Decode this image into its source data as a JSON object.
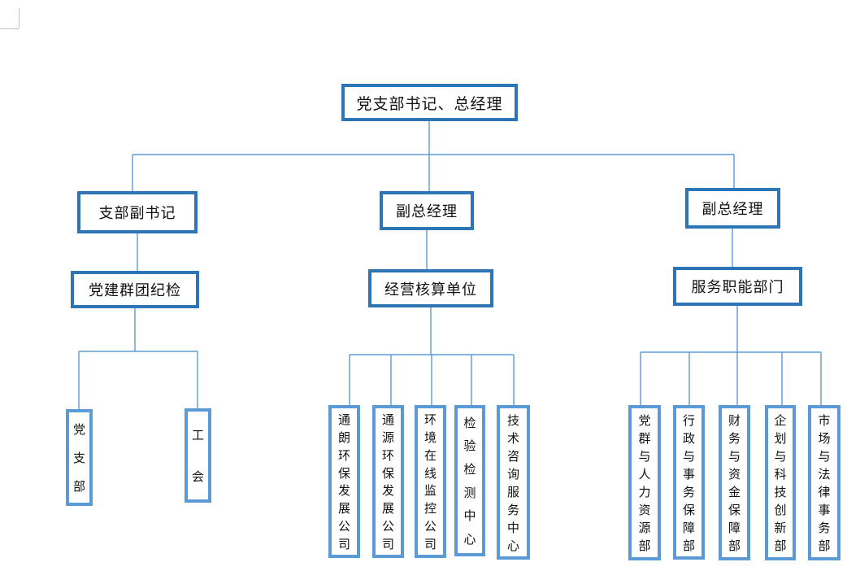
{
  "org": {
    "root": "党支部书记、总经理",
    "branches": [
      {
        "manager": "支部副书记",
        "unit": "党建群团纪检",
        "departments": [
          "党支部",
          "工会"
        ]
      },
      {
        "manager": "副总经理",
        "unit": "经营核算单位",
        "departments": [
          "通朗环保发展公司",
          "通源环保发展公司",
          "环境在线监控公司",
          "检验检测中心",
          "技术咨询服务中心"
        ]
      },
      {
        "manager": "副总经理",
        "unit": "服务职能部门",
        "departments": [
          "党群与人力资源部",
          "行政与事务保障部",
          "财务与资金保障部",
          "企划与科技创新部",
          "市场与法律事务部"
        ]
      }
    ]
  },
  "colors": {
    "box_border_dark": "#2e75b6",
    "box_border_light": "#5b9bd5",
    "connector_line": "#5b9bd5",
    "page_corner_mark": "#bfbfbf",
    "text": "#111111",
    "background": "#ffffff"
  }
}
